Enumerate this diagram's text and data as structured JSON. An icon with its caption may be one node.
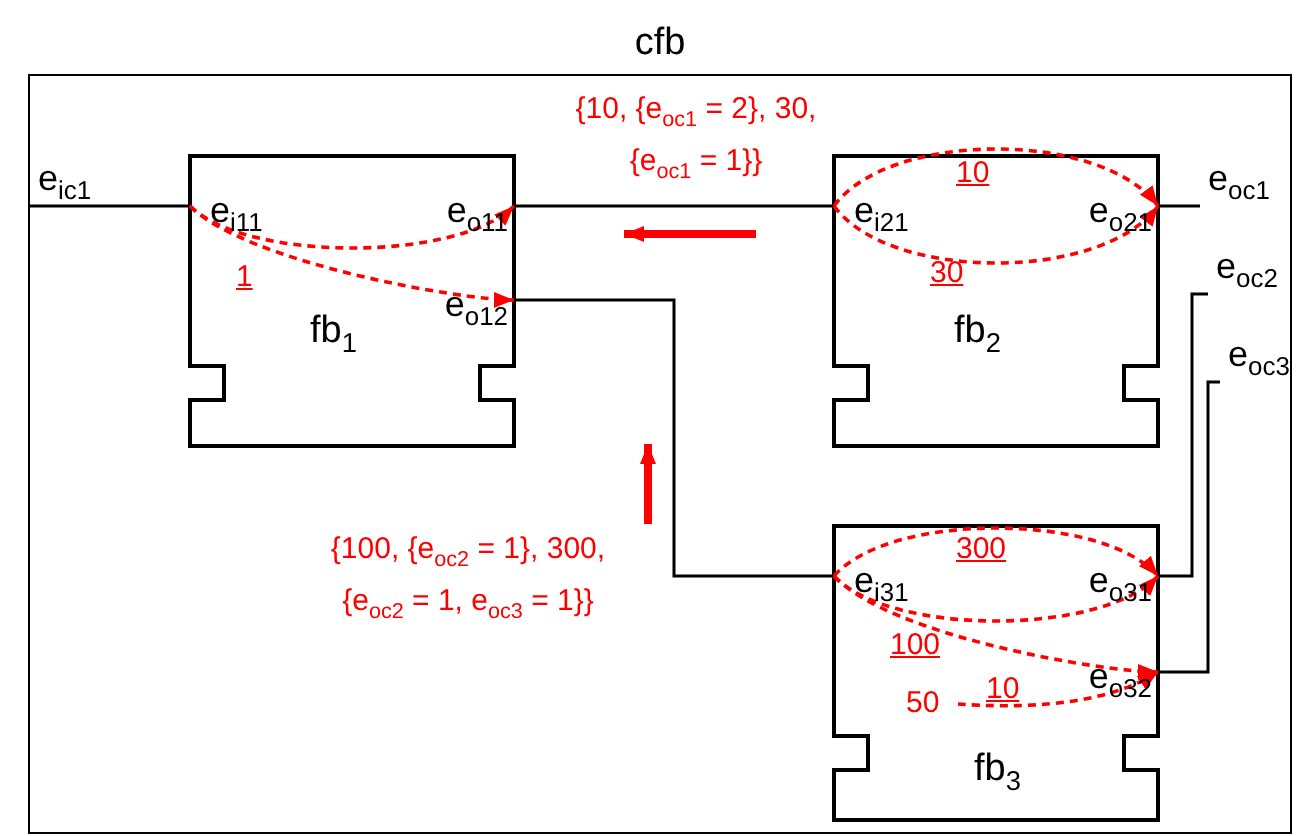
{
  "diagram": {
    "nodes": [
      {
        "text": [
          "cfb"
        ]
      },
      {
        "text": [
          "fb$_{1}$"
        ],
        "in": 0
      },
      {
        "text": [
          "e$_{i11}$"
        ],
        "in": 1
      },
      {
        "text": [
          "e$_{o11}$"
        ],
        "in": 1
      },
      {
        "text": [
          "e$_{o12}$"
        ],
        "in": 1
      },
      {
        "text": [
          "fb$_{2}$"
        ],
        "in": 0
      },
      {
        "text": [
          "e$_{i21}$"
        ],
        "in": 5
      },
      {
        "text": [
          "e$_{o21}$"
        ],
        "in": 5
      },
      {
        "text": [
          "fb$_{3}$"
        ],
        "in": 0
      },
      {
        "text": [
          "e$_{i31}$"
        ],
        "in": 8
      },
      {
        "text": [
          "e$_{o31}$"
        ],
        "in": 8
      },
      {
        "text": [
          "e$_{o32}$"
        ],
        "in": 8
      },
      {
        "text": [
          "e$_{ic1}$"
        ],
        "in": 0
      },
      {
        "text": [
          "e$_{oc1}$"
        ],
        "in": 0
      },
      {
        "text": [
          "e$_{oc2}$"
        ],
        "in": 0
      },
      {
        "text": [
          "e$_{oc3}$"
        ],
        "in": 0
      },
      {
        "text": [
          "50"
        ],
        "in": 8
      }
    ],
    "edges": [
      {
        "from": 12,
        "to": 2,
        "arrow": "none",
        "color": "#000000"
      },
      {
        "from": 3,
        "to": 6,
        "arrow": "none",
        "color": "#000000"
      },
      {
        "from": 4,
        "to": 9,
        "arrow": "none",
        "color": "#000000"
      },
      {
        "from": 7,
        "to": 13,
        "arrow": "none",
        "color": "#000000"
      },
      {
        "from": 10,
        "to": 14,
        "arrow": "none",
        "color": "#000000"
      },
      {
        "from": 11,
        "to": 15,
        "arrow": "none",
        "color": "#000000"
      },
      {
        "from": 2,
        "to": 3,
        "arrow": "to",
        "style": "dashed",
        "color": "#ff0000",
        "label": "1"
      },
      {
        "from": 2,
        "to": 4,
        "arrow": "to",
        "style": "dashed",
        "color": "#ff0000"
      },
      {
        "from": 6,
        "to": 7,
        "arrow": "to",
        "style": "dashed",
        "color": "#ff0000",
        "label": "10"
      },
      {
        "from": 6,
        "to": 7,
        "arrow": "to",
        "style": "dashed",
        "color": "#ff0000",
        "label": "30"
      },
      {
        "from": 9,
        "to": 10,
        "arrow": "to",
        "style": "dashed",
        "color": "#ff0000",
        "label": "300"
      },
      {
        "from": 9,
        "to": 10,
        "arrow": "to",
        "style": "dashed",
        "color": "#ff0000"
      },
      {
        "from": 9,
        "to": 11,
        "arrow": "to",
        "style": "dashed",
        "color": "#ff0000",
        "label": "100"
      },
      {
        "from": 16,
        "to": 11,
        "arrow": "to",
        "style": "dashed",
        "color": "#ff0000",
        "label": "10"
      }
    ],
    "labels": [
      "{10, {e$_{oc1}$ = 2}, 30, {e$_{oc1}$ = 1}}",
      "{100, {e$_{oc2}$ = 1}, 300, {e$_{oc2}$ = 1, e$_{oc3}$ = 1}}"
    ]
  }
}
